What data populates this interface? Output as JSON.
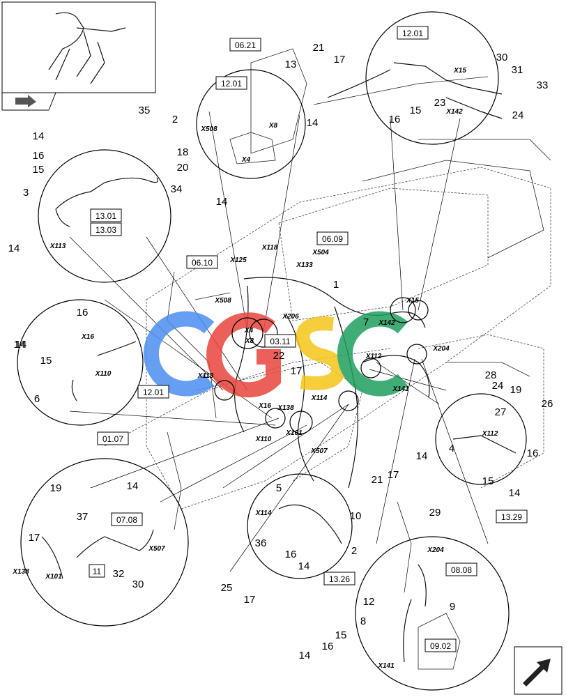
{
  "watermark": {
    "text": "CGSC",
    "colors": [
      "#4b8ef0",
      "#e8453c",
      "#f5c518",
      "#1f9e5f"
    ]
  },
  "ref_boxes": [
    "06.21",
    "12.01",
    "12.01",
    "13.01",
    "13.03",
    "06.10",
    "06.09",
    "03.11",
    "12.01",
    "01.07",
    "07.08",
    "11",
    "13.26",
    "08.08",
    "09.02",
    "13.29"
  ],
  "part_numbers": [
    "13",
    "35",
    "2",
    "18",
    "20",
    "34",
    "14",
    "14",
    "16",
    "15",
    "3",
    "14",
    "21",
    "17",
    "14",
    "30",
    "31",
    "33",
    "23",
    "24",
    "15",
    "16",
    "14",
    "1",
    "7",
    "16",
    "14",
    "15",
    "6",
    "28",
    "24",
    "19",
    "26",
    "27",
    "4",
    "14",
    "16",
    "15",
    "14",
    "22",
    "17",
    "19",
    "14",
    "17",
    "37",
    "32",
    "30",
    "5",
    "36",
    "16",
    "14",
    "10",
    "21",
    "17",
    "29",
    "2",
    "12",
    "9",
    "8",
    "25",
    "17",
    "15",
    "16",
    "14"
  ],
  "connectors": [
    "X508",
    "X8",
    "X4",
    "X113",
    "X125",
    "X118",
    "X133",
    "X504",
    "X508",
    "X4",
    "X8",
    "X206",
    "X15",
    "X142",
    "X15",
    "X142",
    "X16",
    "X110",
    "X113",
    "X112",
    "X204",
    "X16",
    "X138",
    "X141",
    "X114",
    "X110",
    "X101",
    "X507",
    "X112",
    "X138",
    "X101",
    "X507",
    "X114",
    "X204",
    "X141"
  ],
  "nav_icon": "arrow-icon",
  "corner_icon": "arrow-icon"
}
